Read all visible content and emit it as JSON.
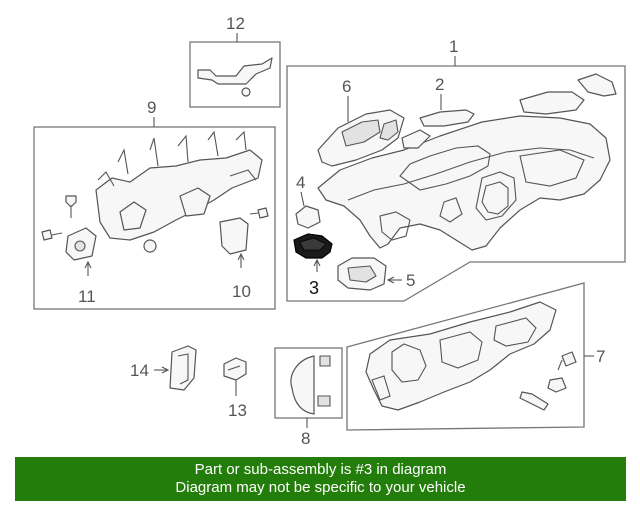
{
  "callouts": {
    "c1": "1",
    "c2": "2",
    "c3": "3",
    "c4": "4",
    "c5": "5",
    "c6": "6",
    "c7": "7",
    "c8": "8",
    "c9": "9",
    "c10": "10",
    "c11": "11",
    "c12": "12",
    "c13": "13",
    "c14": "14"
  },
  "footer": {
    "line1": "Part or sub-assembly is #3 in diagram",
    "line2": "Diagram may not be specific to your vehicle"
  },
  "colors": {
    "footer_bg": "#237d0a",
    "footer_text": "#ffffff",
    "line_art": "#555555",
    "highlight_part": "#1a1a1a"
  }
}
